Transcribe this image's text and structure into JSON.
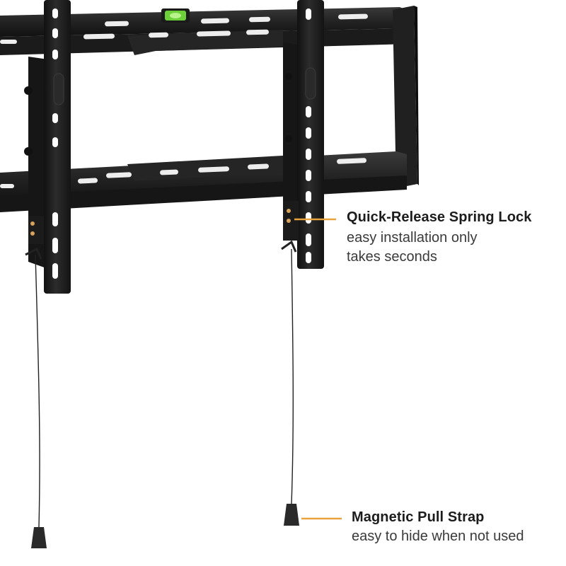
{
  "callouts": [
    {
      "title": "Quick-Release Spring Lock",
      "description_lines": [
        "easy installation only",
        "takes seconds"
      ]
    },
    {
      "title": "Magnetic Pull Strap",
      "description_lines": [
        "easy to hide when not used"
      ]
    }
  ],
  "colors": {
    "accent": "#e8a33d",
    "metal": "#1e1e1e",
    "level_bubble": "#6ccf3a"
  }
}
